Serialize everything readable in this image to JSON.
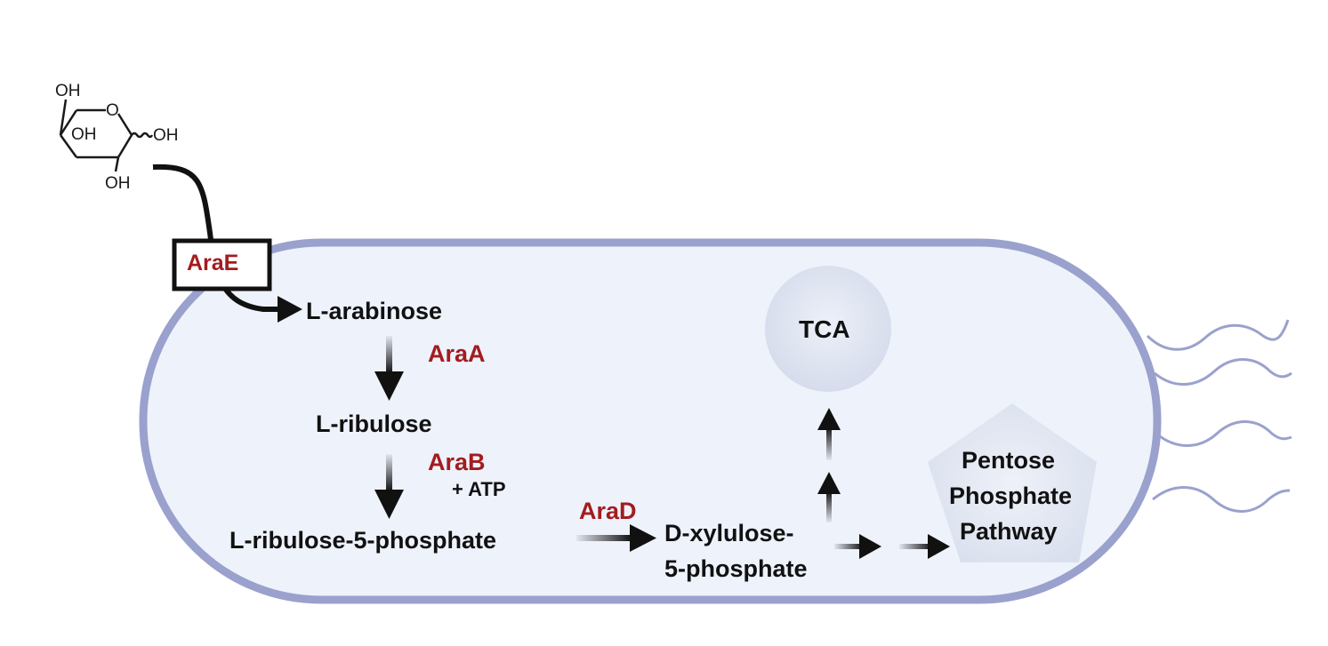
{
  "molecule": {
    "atoms": {
      "oh_top": "OH",
      "ring_o": "O",
      "oh_inner": "OH",
      "oh_right": "OH",
      "oh_bottom": "OH"
    }
  },
  "transporter": {
    "label": "AraE"
  },
  "metabolites": {
    "l_arabinose": "L-arabinose",
    "l_ribulose": "L-ribulose",
    "l_ribulose_5p": "L-ribulose-5-phosphate",
    "d_xylulose_5p_line1": "D-xylulose-",
    "d_xylulose_5p_line2": "5-phosphate"
  },
  "enzymes": {
    "araA": "AraA",
    "araB": "AraB",
    "araD": "AraD"
  },
  "cofactors": {
    "atp": "+ ATP"
  },
  "pathways": {
    "tca": "TCA",
    "ppp_line1": "Pentose",
    "ppp_line2": "Phosphate",
    "ppp_line3": "Pathway"
  },
  "colors": {
    "enzyme": "#a31c1f",
    "cell_fill": "#eef2fb",
    "cell_membrane": "#9aa1cd",
    "text": "#111111",
    "node_fill": "#dfe4f0"
  }
}
